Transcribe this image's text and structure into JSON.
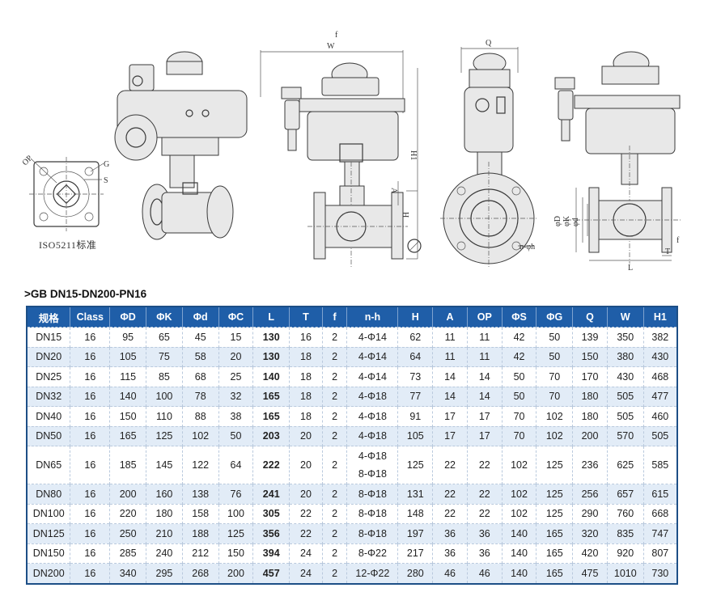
{
  "drawing": {
    "iso_label": "ISO5211标准",
    "dims": {
      "op": "OP",
      "g": "G",
      "s": "S",
      "w": "W",
      "q": "Q",
      "f": "f",
      "h1": "H1",
      "a": "A",
      "h": "H",
      "nh": "n-φh",
      "d": "φD",
      "k": "φK",
      "dd": "φd",
      "l": "L",
      "t": "T"
    }
  },
  "section_title": ">GB   DN15-DN200-PN16",
  "table": {
    "headers": [
      "规格",
      "Class",
      "ΦD",
      "ΦK",
      "Φd",
      "ΦC",
      "L",
      "T",
      "f",
      "n-h",
      "H",
      "A",
      "OP",
      "ΦS",
      "ΦG",
      "Q",
      "W",
      "H1"
    ],
    "rows": [
      [
        "DN15",
        "16",
        "95",
        "65",
        "45",
        "15",
        "130",
        "16",
        "2",
        "4-Φ14",
        "62",
        "11",
        "11",
        "42",
        "50",
        "139",
        "350",
        "382"
      ],
      [
        "DN20",
        "16",
        "105",
        "75",
        "58",
        "20",
        "130",
        "18",
        "2",
        "4-Φ14",
        "64",
        "11",
        "11",
        "42",
        "50",
        "150",
        "380",
        "430"
      ],
      [
        "DN25",
        "16",
        "115",
        "85",
        "68",
        "25",
        "140",
        "18",
        "2",
        "4-Φ14",
        "73",
        "14",
        "14",
        "50",
        "70",
        "170",
        "430",
        "468"
      ],
      [
        "DN32",
        "16",
        "140",
        "100",
        "78",
        "32",
        "165",
        "18",
        "2",
        "4-Φ18",
        "77",
        "14",
        "14",
        "50",
        "70",
        "180",
        "505",
        "477"
      ],
      [
        "DN40",
        "16",
        "150",
        "110",
        "88",
        "38",
        "165",
        "18",
        "2",
        "4-Φ18",
        "91",
        "17",
        "17",
        "70",
        "102",
        "180",
        "505",
        "460"
      ],
      [
        "DN50",
        "16",
        "165",
        "125",
        "102",
        "50",
        "203",
        "20",
        "2",
        "4-Φ18",
        "105",
        "17",
        "17",
        "70",
        "102",
        "200",
        "570",
        "505"
      ],
      [
        "DN65",
        "16",
        "185",
        "145",
        "122",
        "64",
        "222",
        "20",
        "2",
        "4-Φ18\n8-Φ18",
        "125",
        "22",
        "22",
        "102",
        "125",
        "236",
        "625",
        "585"
      ],
      [
        "DN80",
        "16",
        "200",
        "160",
        "138",
        "76",
        "241",
        "20",
        "2",
        "8-Φ18",
        "131",
        "22",
        "22",
        "102",
        "125",
        "256",
        "657",
        "615"
      ],
      [
        "DN100",
        "16",
        "220",
        "180",
        "158",
        "100",
        "305",
        "22",
        "2",
        "8-Φ18",
        "148",
        "22",
        "22",
        "102",
        "125",
        "290",
        "760",
        "668"
      ],
      [
        "DN125",
        "16",
        "250",
        "210",
        "188",
        "125",
        "356",
        "22",
        "2",
        "8-Φ18",
        "197",
        "36",
        "36",
        "140",
        "165",
        "320",
        "835",
        "747"
      ],
      [
        "DN150",
        "16",
        "285",
        "240",
        "212",
        "150",
        "394",
        "24",
        "2",
        "8-Φ22",
        "217",
        "36",
        "36",
        "140",
        "165",
        "420",
        "920",
        "807"
      ],
      [
        "DN200",
        "16",
        "340",
        "295",
        "268",
        "200",
        "457",
        "24",
        "2",
        "12-Φ22",
        "280",
        "46",
        "46",
        "140",
        "165",
        "475",
        "1010",
        "730"
      ]
    ]
  }
}
